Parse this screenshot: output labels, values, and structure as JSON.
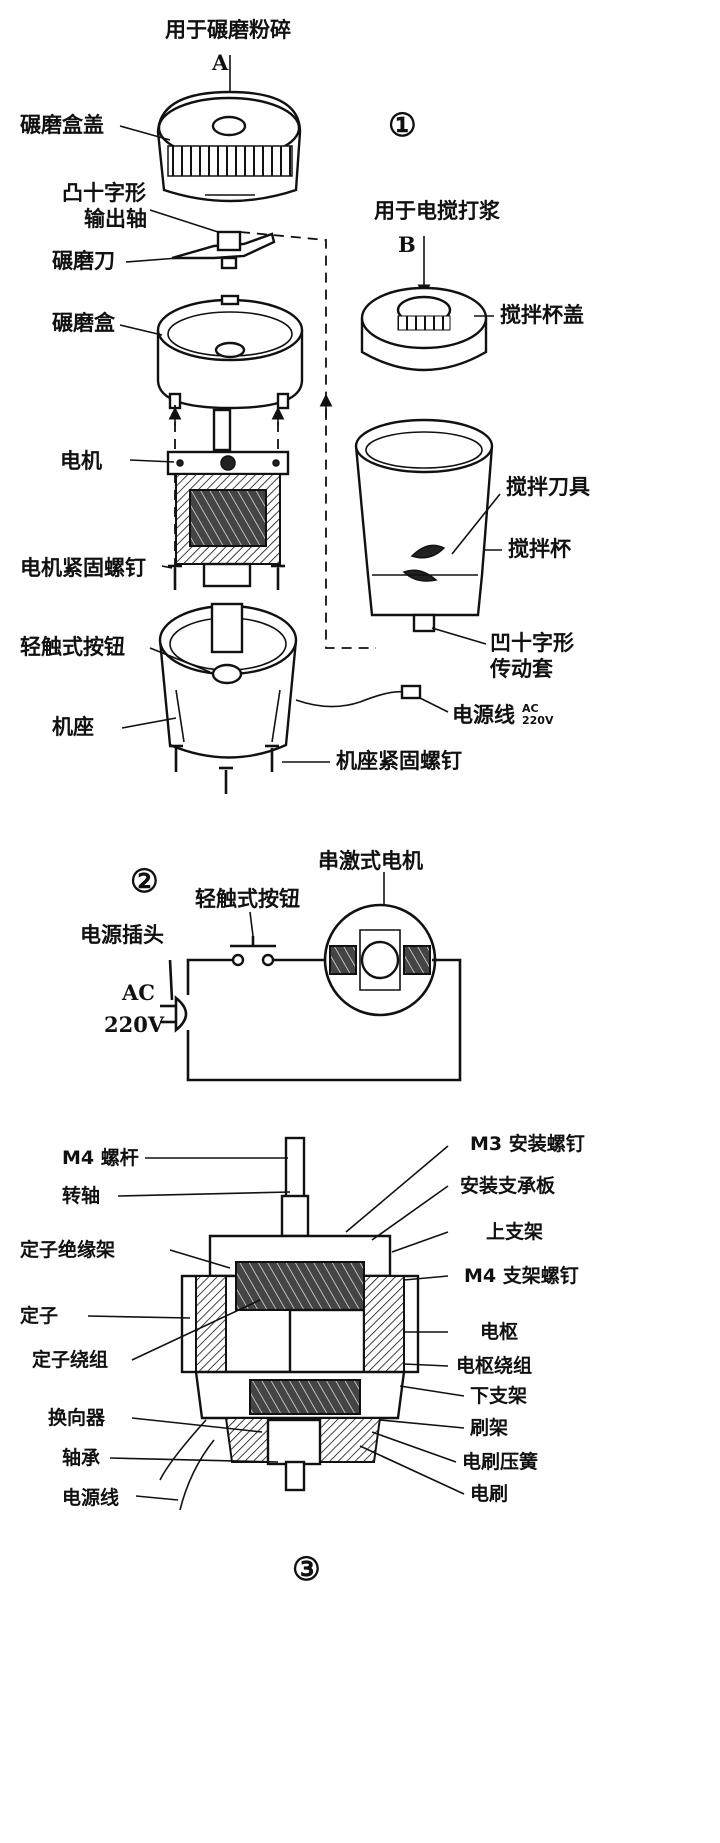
{
  "fig1": {
    "number": "①",
    "top_label": "用于碾磨粉碎",
    "arrow_a": "A",
    "arrow_b": "B",
    "right_label": "用于电搅打浆",
    "left_parts": {
      "lid": "碾磨盒盖",
      "shaft_line1": "凸十字形",
      "shaft_line2": "输出轴",
      "blade": "碾磨刀",
      "box": "碾磨盒",
      "motor": "电机",
      "motor_screw": "电机紧固螺钉",
      "button": "轻触式按钮",
      "base": "机座",
      "base_screw": "机座紧固螺钉"
    },
    "right_parts": {
      "cup_lid": "搅拌杯盖",
      "blade_set": "搅拌刀具",
      "cup": "搅拌杯",
      "sleeve_line1": "凹十字形",
      "sleeve_line2": "传动套",
      "cord": "电源线",
      "cord_spec_top": "AC",
      "cord_spec_bottom": "220V"
    }
  },
  "fig2": {
    "number": "②",
    "motor": "串激式电机",
    "button": "轻触式按钮",
    "plug": "电源插头",
    "ac": "AC",
    "voltage": "220V"
  },
  "fig3": {
    "number": "③",
    "left_labels": {
      "m4_rod": "M4 螺杆",
      "shaft": "转轴",
      "stator_insulator": "定子绝缘架",
      "stator": "定子",
      "stator_winding": "定子绕组",
      "commutator": "换向器",
      "bearing": "轴承",
      "cord": "电源线"
    },
    "right_labels": {
      "m3_screw": "M3 安装螺钉",
      "mount_plate": "安装支承板",
      "upper_bracket": "上支架",
      "m4_screw": "M4 支架螺钉",
      "armature": "电枢",
      "armature_winding": "电枢绕组",
      "lower_bracket": "下支架",
      "brush_holder": "刷架",
      "brush_spring": "电刷压簧",
      "brush": "电刷"
    }
  }
}
